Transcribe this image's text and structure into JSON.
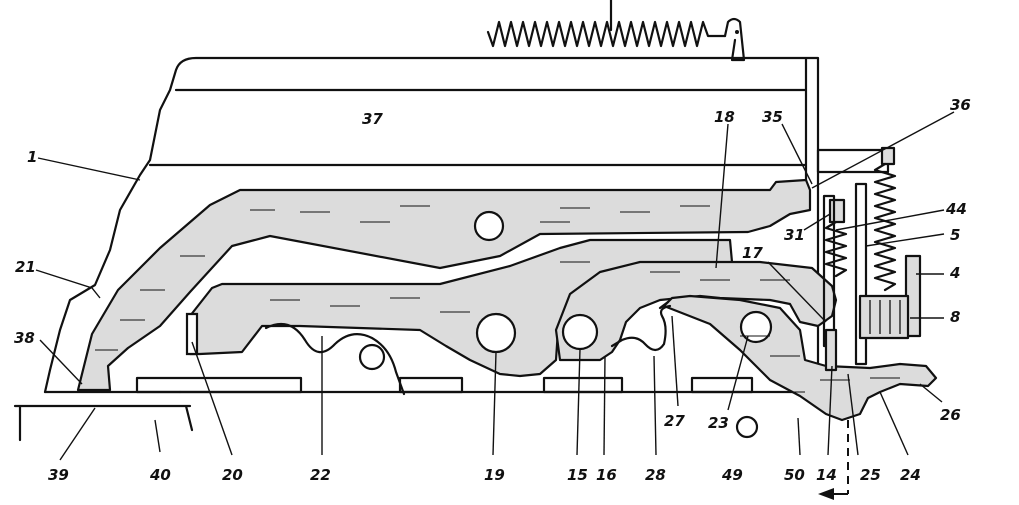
{
  "reference_numerals": {
    "n1": "1",
    "n4": "4",
    "n5": "5",
    "n8": "8",
    "n14": "14",
    "n15": "15",
    "n16": "16",
    "n17": "17",
    "n18": "18",
    "n19": "19",
    "n20": "20",
    "n21": "21",
    "n22": "22",
    "n23": "23",
    "n24": "24",
    "n25": "25",
    "n26": "26",
    "n27": "27",
    "n28": "28",
    "n31": "31",
    "n35": "35",
    "n36": "36",
    "n37": "37",
    "n38": "38",
    "n39": "39",
    "n40": "40",
    "n44": "44",
    "n49": "49",
    "n50": "50"
  },
  "colors": {
    "ink": "#111111",
    "fill": "#dcdcdc",
    "paper": "#ffffff"
  }
}
